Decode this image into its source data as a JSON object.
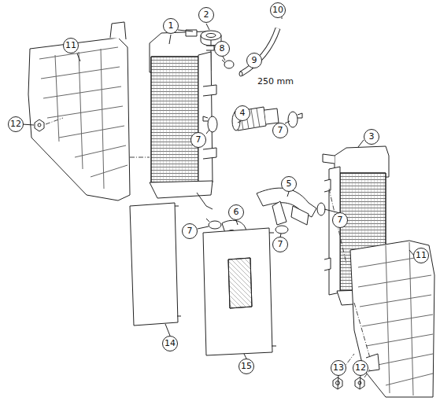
{
  "diagram": {
    "labels": [
      "11",
      "12",
      "1",
      "2",
      "10",
      "8",
      "9",
      "250 mm",
      "4",
      "7",
      "7",
      "3",
      "7",
      "6",
      "5",
      "7",
      "7",
      "11",
      "14",
      "15",
      "13",
      "12"
    ]
  }
}
